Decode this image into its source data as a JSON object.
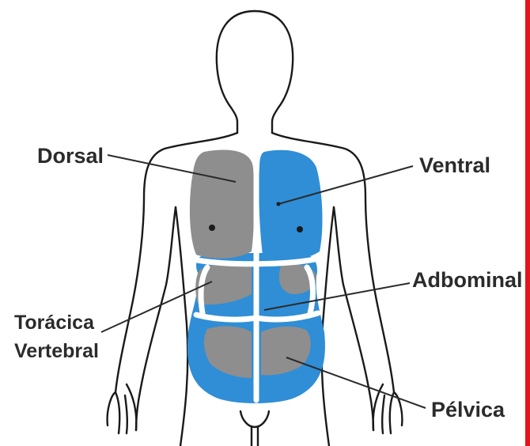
{
  "labels": {
    "dorsal": "Dorsal",
    "ventral": "Ventral",
    "adbominal": "Adbominal",
    "toracica": "Torácica",
    "vertebral": "Vertebral",
    "pelvica": "Pélvica"
  },
  "colors": {
    "ventral_blue": "#2f8ed6",
    "dorsal_gray": "#8e8e8e",
    "outline": "#1a1a1a",
    "border_red": "#e0161c"
  }
}
